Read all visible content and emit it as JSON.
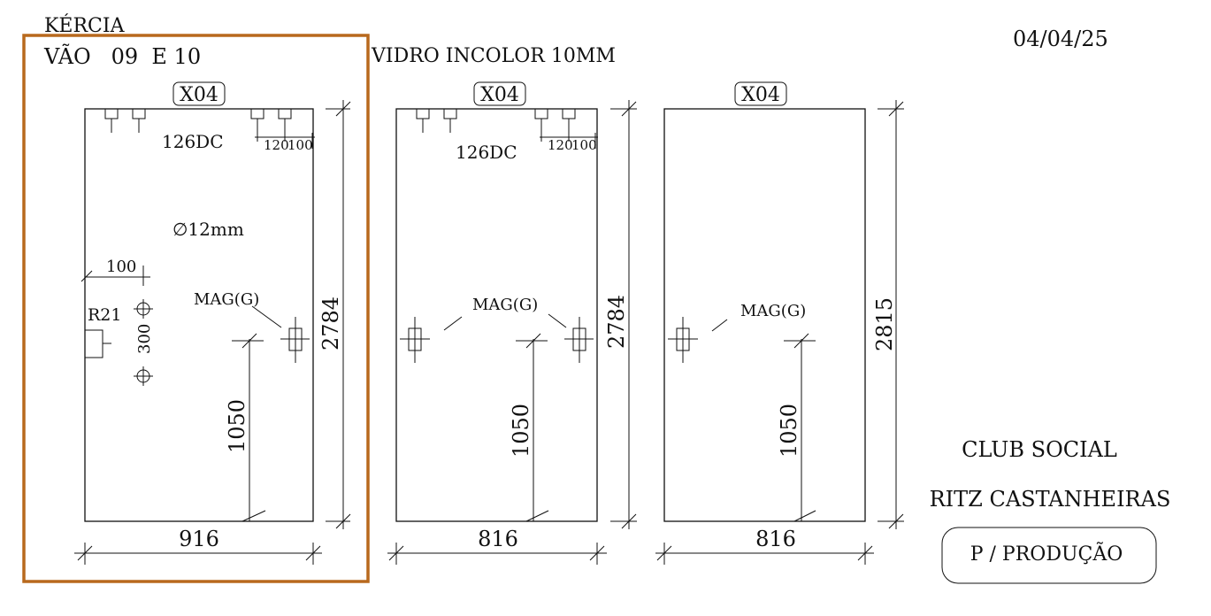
{
  "header": {
    "client": "KÉRCIA",
    "span": "VÃO   09  E 10",
    "glass": "VIDRO INCOLOR 10MM",
    "date": "04/04/25"
  },
  "panels": [
    {
      "tag": "X04",
      "hardware_code": "126DC",
      "hole_dim_a": "120",
      "hole_dim_b": "100",
      "hole_diameter": "∅12mm",
      "edge_offset": "100",
      "radius": "R21",
      "hole_spacing": "300",
      "lock_label": "MAG(G)",
      "lock_height": "1050",
      "height": "2784",
      "width": "916"
    },
    {
      "tag": "X04",
      "hardware_code": "126DC",
      "hole_dim_a": "120",
      "hole_dim_b": "100",
      "lock_label": "MAG(G)",
      "lock_height": "1050",
      "height": "2784",
      "width": "816"
    },
    {
      "tag": "X04",
      "lock_label": "MAG(G)",
      "lock_height": "1050",
      "height": "2815",
      "width": "816"
    }
  ],
  "project": {
    "line1": "CLUB SOCIAL",
    "line2": "RITZ CASTANHEIRAS",
    "status": "P / PRODUÇÃO"
  },
  "colors": {
    "highlight_frame": "#b8691d",
    "ink": "#111111"
  }
}
